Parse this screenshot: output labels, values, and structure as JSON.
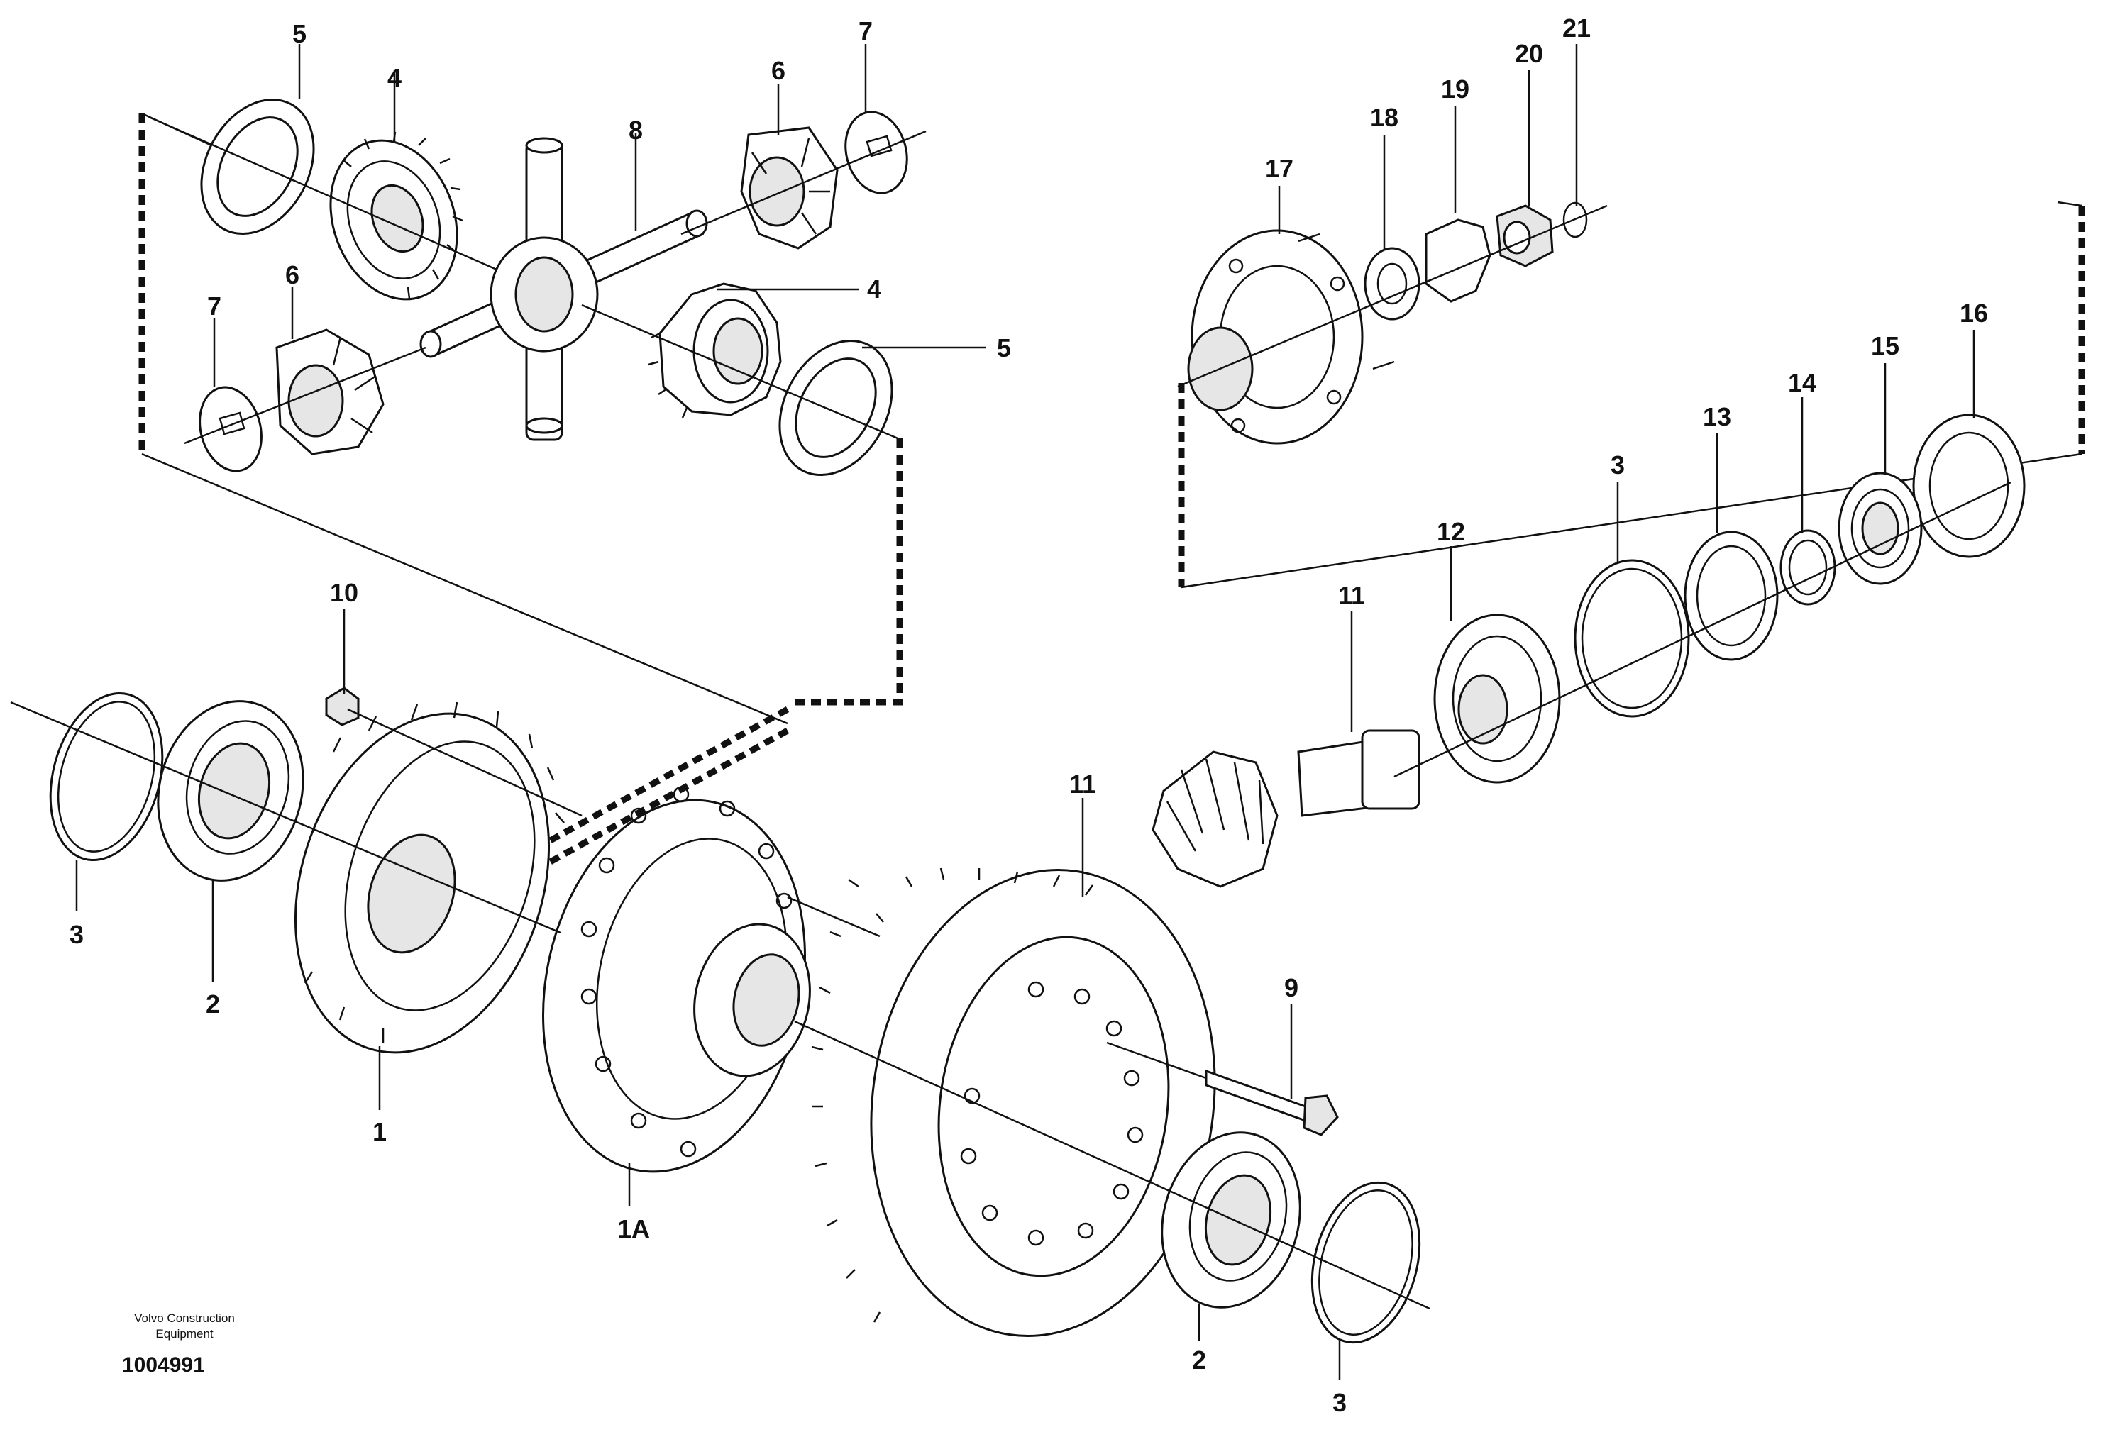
{
  "footer": {
    "brand_line1": "Volvo Construction",
    "brand_line2": "Equipment",
    "document_number": "1004991"
  },
  "callouts": {
    "c5a": "5",
    "c4a": "4",
    "c8": "8",
    "c6a": "6",
    "c7a": "7",
    "c7b": "7",
    "c6b": "6",
    "c4b": "4",
    "c5b": "5",
    "c17": "17",
    "c18": "18",
    "c19": "19",
    "c20": "20",
    "c21": "21",
    "c16": "16",
    "c15": "15",
    "c14": "14",
    "c13": "13",
    "c3a": "3",
    "c12": "12",
    "c11a": "11",
    "c10": "10",
    "c3b": "3",
    "c2a": "2",
    "c1": "1",
    "c1A": "1A",
    "c11b": "11",
    "c9": "9",
    "c2b": "2",
    "c3c": "3"
  }
}
